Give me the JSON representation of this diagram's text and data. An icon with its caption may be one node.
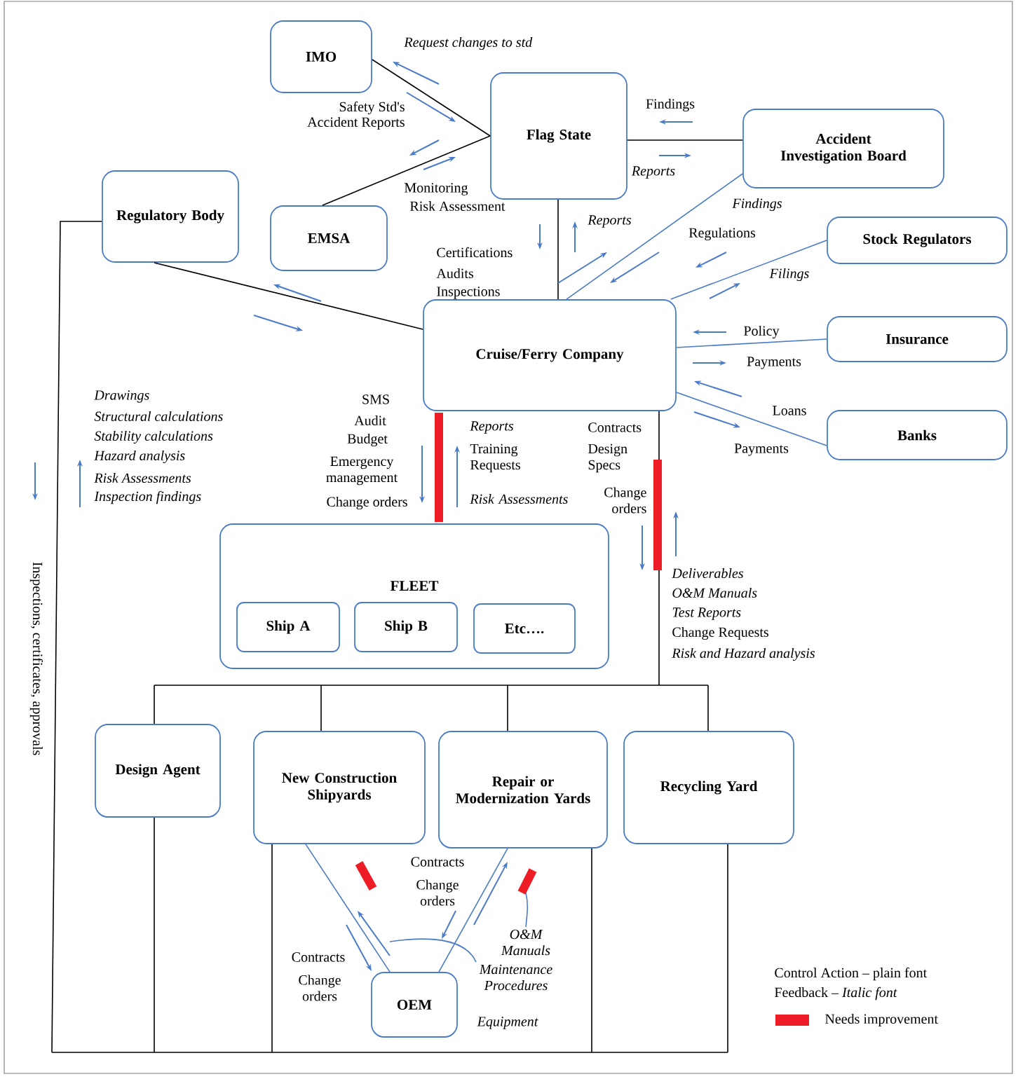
{
  "diagram": {
    "nodes": [
      {
        "text": [
          "IMO"
        ]
      },
      {
        "text": [
          "Flag State"
        ]
      },
      {
        "text": [
          "Accident Investigation Board"
        ]
      },
      {
        "text": [
          "Regulatory Body"
        ]
      },
      {
        "text": [
          "EMSA"
        ]
      },
      {
        "text": [
          "Stock Regulators"
        ]
      },
      {
        "text": [
          "Cruise/Ferry Company"
        ]
      },
      {
        "text": [
          "Insurance"
        ]
      },
      {
        "text": [
          "Banks"
        ]
      },
      {
        "text": [
          "FLEET"
        ]
      },
      {
        "text": [
          "Ship A"
        ],
        "in": 9
      },
      {
        "text": [
          "Ship B"
        ],
        "in": 9
      },
      {
        "text": [
          "Etc…."
        ],
        "in": 9
      },
      {
        "text": [
          "Design Agent"
        ]
      },
      {
        "text": [
          "New Construction Shipyards"
        ]
      },
      {
        "text": [
          "Repair or Modernization Yards"
        ]
      },
      {
        "text": [
          "Recycling Yard"
        ]
      },
      {
        "text": [
          "OEM"
        ]
      },
      {
        "text": [
          "O&M Manuals"
        ]
      },
      {
        "text": [
          "Maintenance Procedures"
        ]
      },
      {
        "text": [],
        "shape": "bar"
      }
    ],
    "edges": [
      {
        "from": 0,
        "to": 1,
        "arrow": "none"
      },
      {
        "from": 4,
        "to": 1,
        "arrow": "none"
      },
      {
        "from": 1,
        "to": 2,
        "arrow": "none"
      },
      {
        "from": 1,
        "to": 6,
        "arrow": "none"
      },
      {
        "from": 2,
        "to": 6,
        "arrow": "none",
        "color": "#4a7bc8"
      },
      {
        "from": 5,
        "to": 6,
        "arrow": "none",
        "color": "#4a7bc8"
      },
      {
        "from": 7,
        "to": 6,
        "arrow": "none",
        "color": "#4a7bc8"
      },
      {
        "from": 8,
        "to": 6,
        "arrow": "none",
        "color": "#4a7bc8"
      },
      {
        "from": 3,
        "to": 6,
        "arrow": "none"
      },
      {
        "from": 6,
        "to": 9,
        "arrow": "none",
        "style": "thick",
        "color": "#ee1c24"
      },
      {
        "from": 6,
        "to": 13,
        "arrow": "none"
      },
      {
        "from": 6,
        "to": 14,
        "arrow": "none"
      },
      {
        "from": 6,
        "to": 15,
        "arrow": "none"
      },
      {
        "from": 6,
        "to": 16,
        "arrow": "none"
      },
      {
        "from": 3,
        "to": 13,
        "arrow": "none"
      },
      {
        "from": 3,
        "to": 14,
        "arrow": "none"
      },
      {
        "from": 3,
        "to": 15,
        "arrow": "none"
      },
      {
        "from": 3,
        "to": 16,
        "arrow": "none"
      },
      {
        "from": 14,
        "to": 17,
        "arrow": "none",
        "color": "#4a7bc8"
      },
      {
        "from": 15,
        "to": 17,
        "arrow": "none",
        "color": "#4a7bc8"
      },
      {
        "from": 18,
        "to": 20,
        "arrow": "none",
        "color": "#4a7bc8"
      },
      {
        "from": 19,
        "to": null,
        "arrow": "none",
        "color": "#4a7bc8"
      }
    ],
    "labels": [
      "Request changes to std",
      "Safety Std's",
      "Accident Reports",
      "Findings",
      "Reports",
      "Monitoring",
      "Risk Assessment",
      "Findings",
      "Reports",
      "Regulations",
      "Certifications",
      "Audits",
      "Inspections",
      "Filings",
      "Policy",
      "Payments",
      "Loans",
      "Payments",
      "SMS",
      "Audit",
      "Budget",
      "Emergency management",
      "Change orders",
      "Reports",
      "Training Requests",
      "Risk Assessments",
      "Contracts",
      "Design Specs",
      "Change orders",
      "Drawings",
      "Structural calculations",
      "Stability calculations",
      "Hazard analysis",
      "Risk Assessments",
      "Inspection findings",
      "Inspections, certificates, approvals",
      "Deliverables",
      "O&M Manuals",
      "Test Reports",
      "Change Requests",
      "Risk and Hazard analysis",
      "Contracts",
      "Change orders",
      "Contracts",
      "Change orders",
      "Equipment",
      "Control Action – plain font",
      "Feedback – *Italic font*"
    ],
    "legend": [
      {
        "text": "Needs improvement",
        "color": "#ee1c24"
      }
    ]
  }
}
